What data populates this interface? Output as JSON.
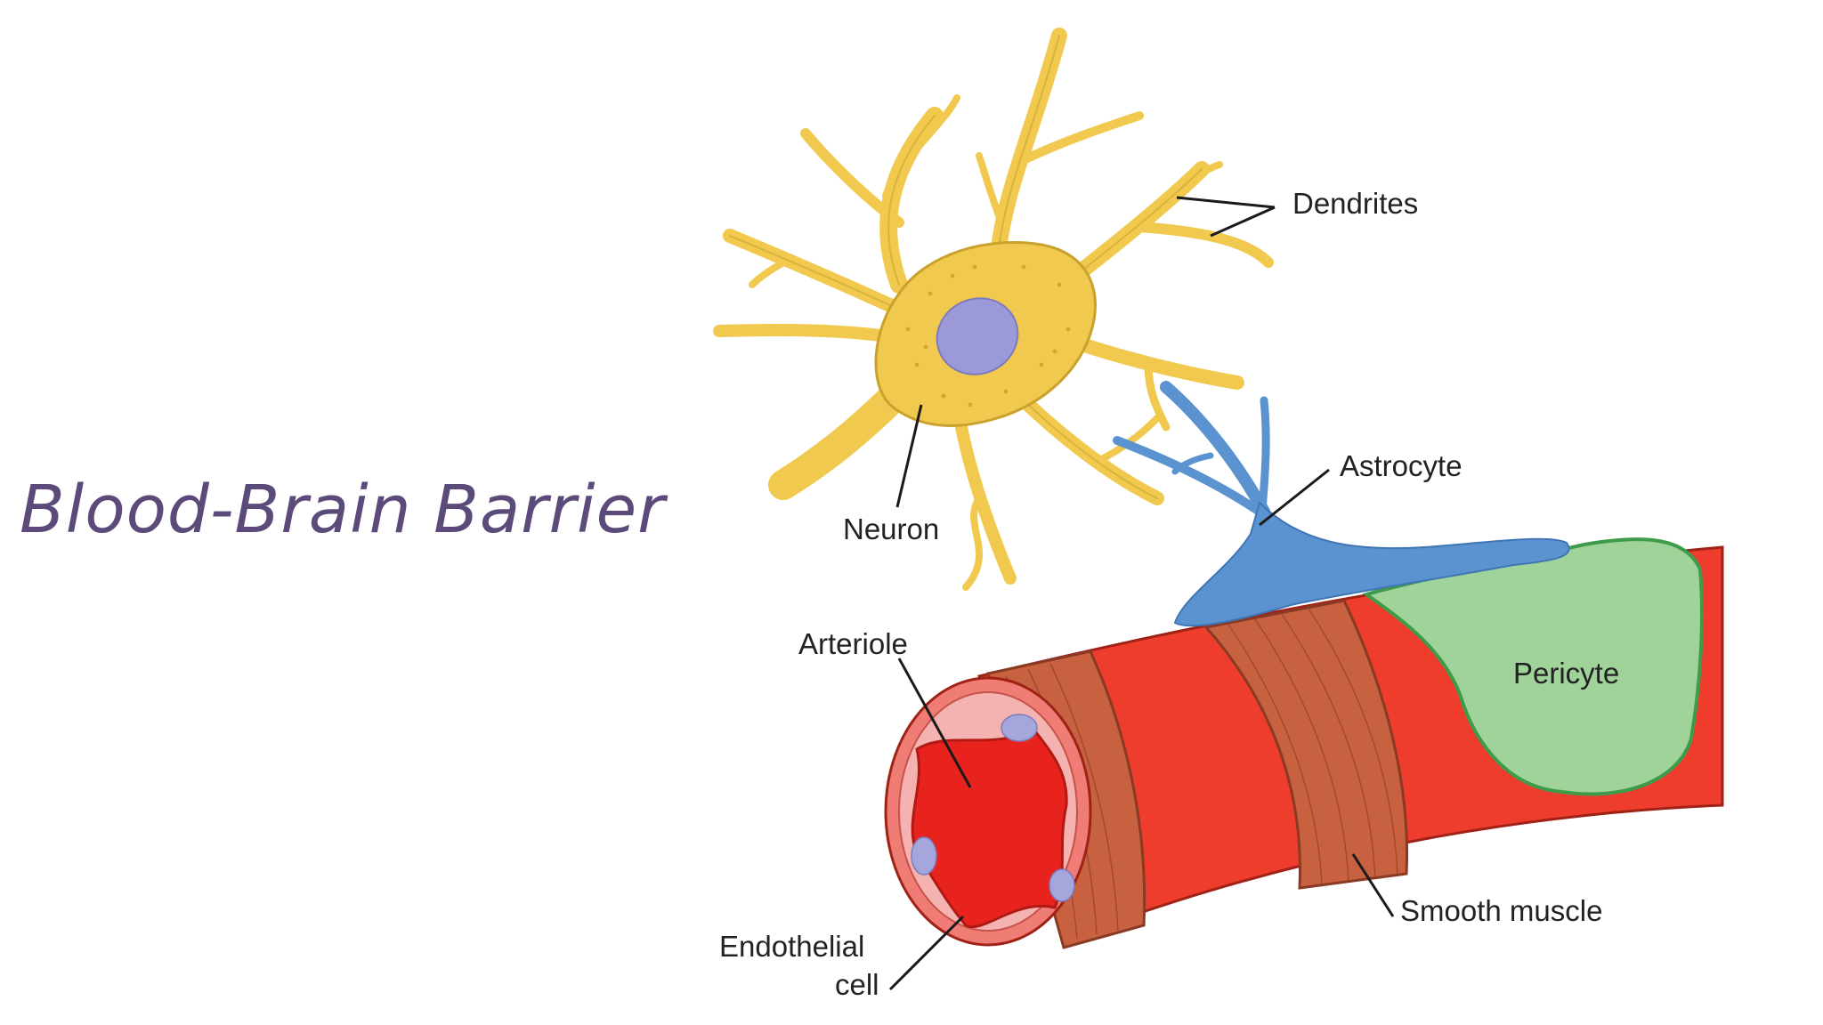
{
  "slide": {
    "title": "Blood-Brain Barrier"
  },
  "diagram": {
    "labels": {
      "dendrites": "Dendrites",
      "neuron": "Neuron",
      "astrocyte": "Astrocyte",
      "arteriole": "Arteriole",
      "pericyte": "Pericyte",
      "smooth_muscle": "Smooth muscle",
      "endothelial_line1": "Endothelial",
      "endothelial_line2": "cell"
    }
  },
  "colors": {
    "title": "#5b4a7a",
    "neuron_fill": "#f0c94e",
    "neuron_outline": "#c9a12c",
    "nucleus": "#9b99d8",
    "astrocyte": "#5b93d1",
    "vessel_red": "#ee3d2c",
    "muscle_band": "#c7613f",
    "pericyte": "#9fd39a",
    "pericyte_outline": "#3e9b4a",
    "lumen": "#e8221c",
    "endothelium": "#f4b3b1"
  }
}
